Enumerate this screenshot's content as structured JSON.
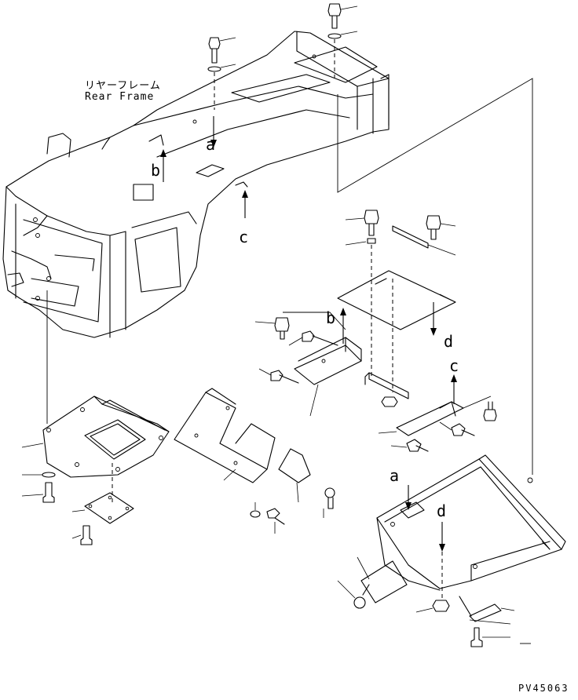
{
  "diagram": {
    "title_jp": "リヤーフレーム",
    "title_en": "Rear Frame",
    "drawing_code": "PV45063",
    "reference_labels": {
      "a1": "a",
      "a2": "a",
      "b1": "b",
      "b2": "b",
      "c1": "c",
      "c2": "c",
      "d1": "d",
      "d2": "d"
    }
  }
}
